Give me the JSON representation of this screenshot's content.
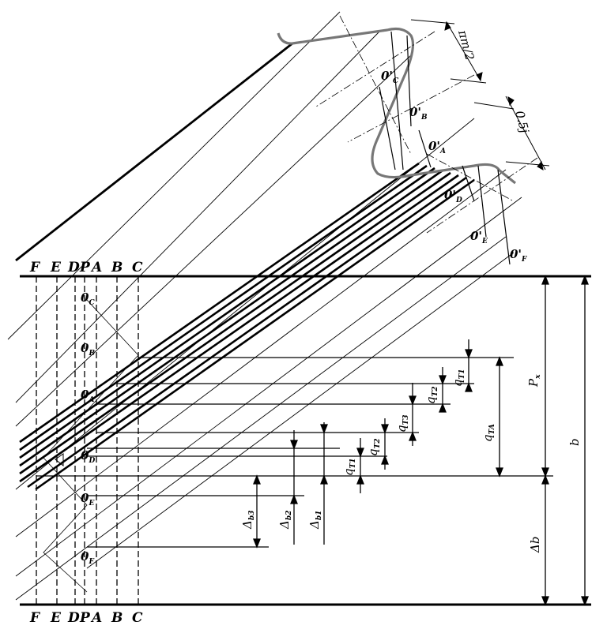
{
  "column_labels_top": [
    "F",
    "E",
    "D",
    "P",
    "A",
    "B",
    "C"
  ],
  "column_labels_bottom": [
    "F",
    "E",
    "D",
    "P",
    "A",
    "B",
    "C"
  ],
  "base_points": {
    "main": "0",
    "subs": [
      "C",
      "B",
      "A",
      "D",
      "E",
      "F"
    ]
  },
  "profile_points": {
    "main": "0'",
    "subs": [
      "C",
      "B",
      "A",
      "D",
      "E",
      "F"
    ]
  },
  "dimensions": {
    "pi_m_half": "πm/2",
    "point_five_j": "0.5j",
    "px": "P",
    "px_sub": "x",
    "b": "b",
    "delta_b": "Δb",
    "q_base": "q",
    "q_subs": [
      "T1",
      "T2",
      "T3",
      "T2",
      "T1",
      "TA"
    ],
    "delta_base": "Δ",
    "delta_subs": [
      "b3",
      "b2",
      "b1"
    ]
  }
}
